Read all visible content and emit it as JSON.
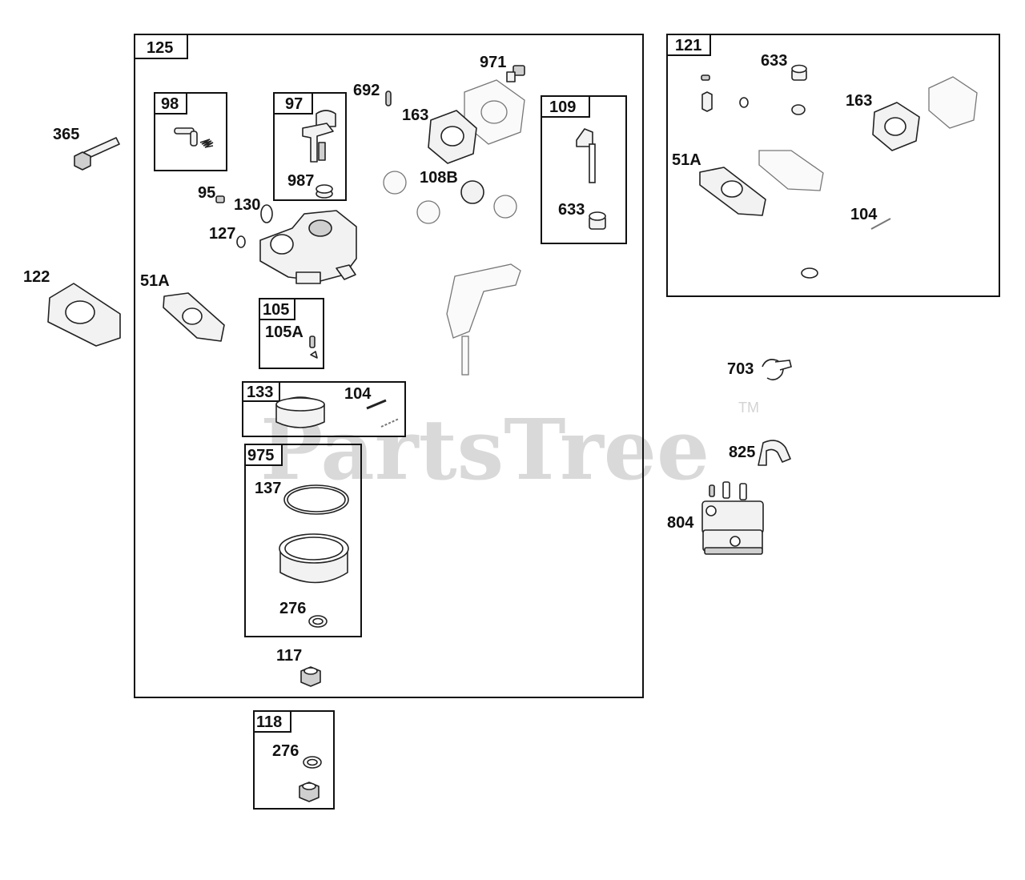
{
  "watermark": {
    "text": "PartsTree",
    "tm": "TM"
  },
  "groups": {
    "g125": "125",
    "g121": "121",
    "g98": "98",
    "g97": "97",
    "g109": "109",
    "g105": "105",
    "g133": "133",
    "g975": "975",
    "g118": "118"
  },
  "labels": {
    "p365": "365",
    "p122": "122",
    "p95": "95",
    "p130": "130",
    "p127": "127",
    "p51a_left": "51A",
    "p987": "987",
    "p692": "692",
    "p163_main": "163",
    "p971": "971",
    "p108b": "108B",
    "p633_109": "633",
    "p105a": "105A",
    "p104_133": "104",
    "p137": "137",
    "p276_975": "276",
    "p117": "117",
    "p276_118": "276",
    "p633_121": "633",
    "p163_121": "163",
    "p51a_121": "51A",
    "p104_121": "104",
    "p703": "703",
    "p825": "825",
    "p804": "804"
  }
}
